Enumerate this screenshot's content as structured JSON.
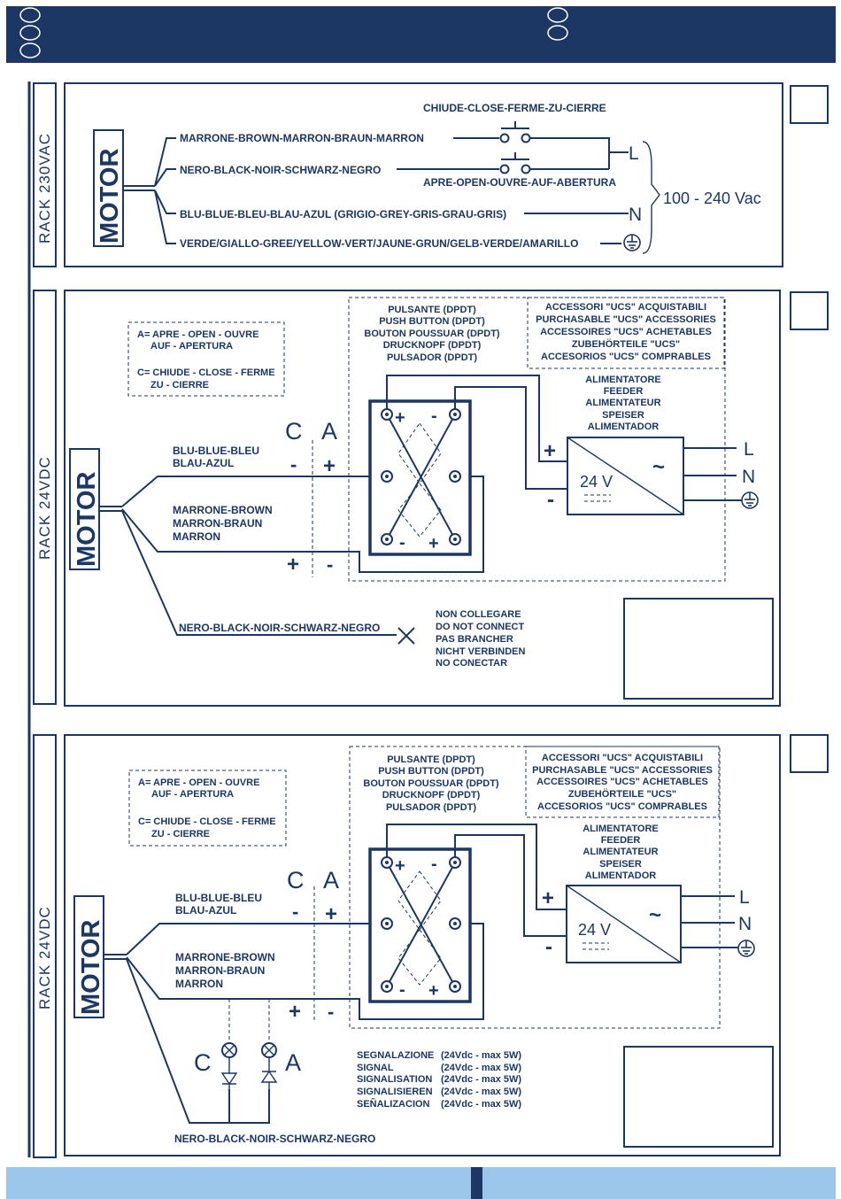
{
  "colors": {
    "navy": "#1c3764",
    "light_blue": "#9cc6ea",
    "white": "#ffffff"
  },
  "s1": {
    "rack": "RACK 230VAC",
    "motor": "MOTOR",
    "wire_brown": "MARRONE-BROWN-MARRON-BRAUN-MARRON",
    "wire_black": "NERO-BLACK-NOIR-SCHWARZ-NEGRO",
    "wire_blue": "BLU-BLUE-BLEU-BLAU-AZUL (GRIGIO-GREY-GRIS-GRAU-GRIS)",
    "wire_earth": "VERDE/GIALLO-GREE/YELLOW-VERT/JAUNE-GRUN/GELB-VERDE/AMARILLO",
    "close": "CHIUDE-CLOSE-FERME-ZU-CIERRE",
    "open": "APRE-OPEN-OUVRE-AUF-ABERTURA",
    "L": "L",
    "N": "N",
    "voltage": "100 - 240 Vac"
  },
  "s2": {
    "rack": "RACK 24VDC",
    "motor": "MOTOR",
    "legend_a": [
      "A= APRE - OPEN - OUVRE",
      "AUF - APERTURA"
    ],
    "legend_c": [
      "C= CHIUDE - CLOSE - FERME",
      "ZU - CIERRE"
    ],
    "pushbutton": [
      "PULSANTE (DPDT)",
      "PUSH BUTTON (DPDT)",
      "BOUTON POUSSUAR (DPDT)",
      "DRUCKNOPF (DPDT)",
      "PULSADOR (DPDT)"
    ],
    "accessories": [
      "ACCESSORI \"UCS\" ACQUISTABILI",
      "PURCHASABLE \"UCS\" ACCESSORIES",
      "ACCESSOIRES \"UCS\" ACHETABLES",
      "ZUBEHÖRTEILE \"UCS\"",
      "ACCESORIOS \"UCS\" COMPRABLES"
    ],
    "feeder": [
      "ALIMENTATORE",
      "FEEDER",
      "ALIMENTATEUR",
      "SPEISER",
      "ALIMENTADOR"
    ],
    "C": "C",
    "A": "A",
    "plus": "+",
    "minus": "-",
    "wire_blue": [
      "BLU-BLUE-BLEU",
      "BLAU-AZUL"
    ],
    "wire_brown": [
      "MARRONE-BROWN",
      "MARRON-BRAUN",
      "MARRON"
    ],
    "wire_black": "NERO-BLACK-NOIR-SCHWARZ-NEGRO",
    "nc": [
      "NON COLLEGARE",
      "DO NOT CONNECT",
      "PAS BRANCHER",
      "NICHT VERBINDEN",
      "NO CONECTAR"
    ],
    "psu": "24 V",
    "tilde": "~",
    "L": "L",
    "N": "N"
  },
  "s3": {
    "rack": "RACK 24VDC",
    "motor": "MOTOR",
    "legend_a": [
      "A= APRE - OPEN - OUVRE",
      "AUF - APERTURA"
    ],
    "legend_c": [
      "C= CHIUDE - CLOSE - FERME",
      "ZU - CIERRE"
    ],
    "pushbutton": [
      "PULSANTE (DPDT)",
      "PUSH BUTTON (DPDT)",
      "BOUTON POUSSUAR (DPDT)",
      "DRUCKNOPF (DPDT)",
      "PULSADOR (DPDT)"
    ],
    "accessories": [
      "ACCESSORI \"UCS\" ACQUISTABILI",
      "PURCHASABLE \"UCS\" ACCESSORIES",
      "ACCESSOIRES \"UCS\" ACHETABLES",
      "ZUBEHÖRTEILE \"UCS\"",
      "ACCESORIOS \"UCS\" COMPRABLES"
    ],
    "feeder": [
      "ALIMENTATORE",
      "FEEDER",
      "ALIMENTATEUR",
      "SPEISER",
      "ALIMENTADOR"
    ],
    "C": "C",
    "A": "A",
    "plus": "+",
    "minus": "-",
    "wire_blue": [
      "BLU-BLUE-BLEU",
      "BLAU-AZUL"
    ],
    "wire_brown": [
      "MARRONE-BROWN",
      "MARRON-BRAUN",
      "MARRON"
    ],
    "wire_black": "NERO-BLACK-NOIR-SCHWARZ-NEGRO",
    "signal_names": [
      "SEGNALAZIONE",
      "SIGNAL",
      "SIGNALISATION",
      "SIGNALISIEREN",
      "SEÑALIZACION"
    ],
    "signal_spec": "(24Vdc - max 5W)",
    "psu": "24 V",
    "tilde": "~",
    "L": "L",
    "N": "N"
  }
}
